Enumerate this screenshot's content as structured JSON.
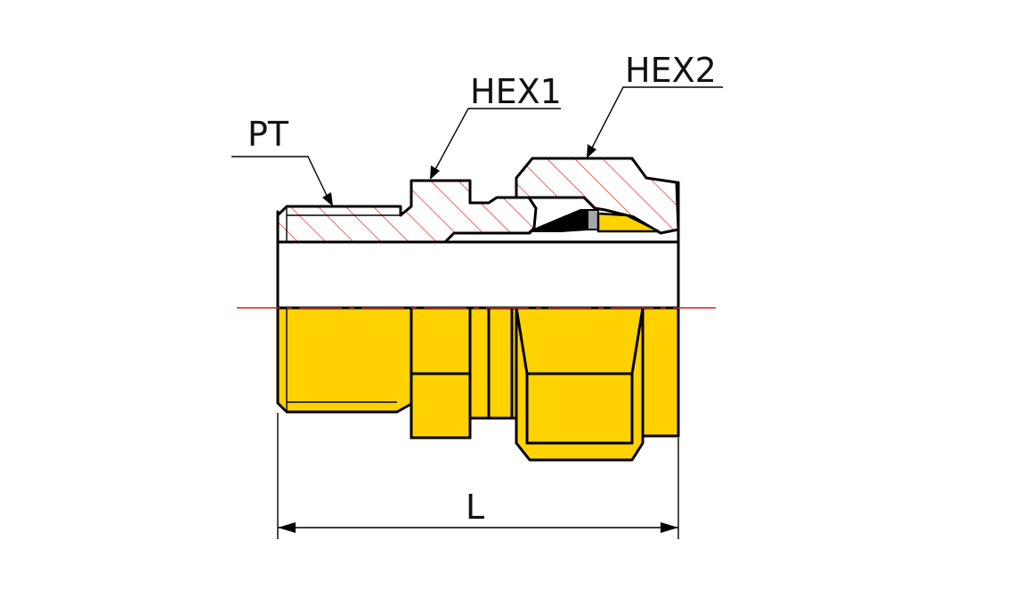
{
  "labels": {
    "pt": "PT",
    "hex1": "HEX1",
    "hex2": "HEX2",
    "length": "L"
  },
  "colors": {
    "brass": "#ffd200",
    "hatch": "#e8261c",
    "centerline": "#d6201a",
    "outline": "#000000",
    "ring": "#a6a6a6"
  }
}
